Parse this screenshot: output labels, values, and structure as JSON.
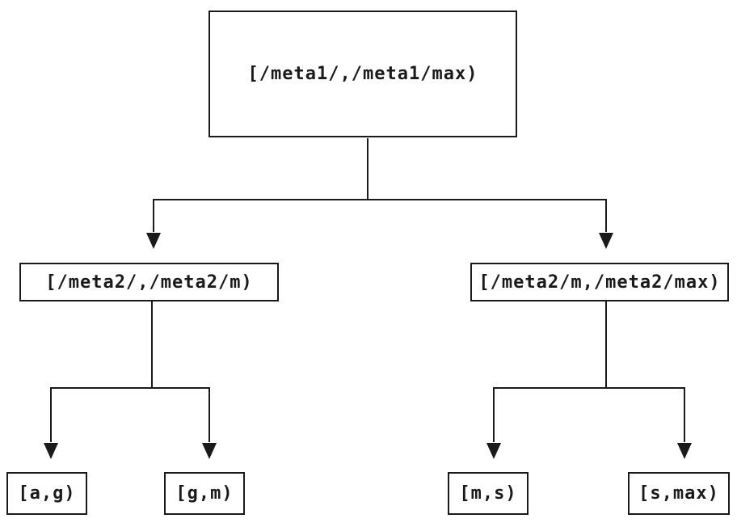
{
  "diagram": {
    "type": "tree",
    "background_color": "#ffffff",
    "line_color": "#1a1a1a",
    "text_color": "#1a1a1a",
    "nodes": {
      "root": {
        "label": "[/meta1/,/meta1/max)"
      },
      "level2_left": {
        "label": "[/meta2/,/meta2/m)"
      },
      "level2_right": {
        "label": "[/meta2/m,/meta2/max)"
      },
      "leaf_a_g": {
        "label": "[a,g)"
      },
      "leaf_g_m": {
        "label": "[g,m)"
      },
      "leaf_m_s": {
        "label": "[m,s)"
      },
      "leaf_s_max": {
        "label": "[s,max)"
      }
    },
    "edges": [
      {
        "from": "root",
        "to": "level2_left"
      },
      {
        "from": "root",
        "to": "level2_right"
      },
      {
        "from": "level2_left",
        "to": "leaf_a_g"
      },
      {
        "from": "level2_left",
        "to": "leaf_g_m"
      },
      {
        "from": "level2_right",
        "to": "leaf_m_s"
      },
      {
        "from": "level2_right",
        "to": "leaf_s_max"
      }
    ]
  }
}
